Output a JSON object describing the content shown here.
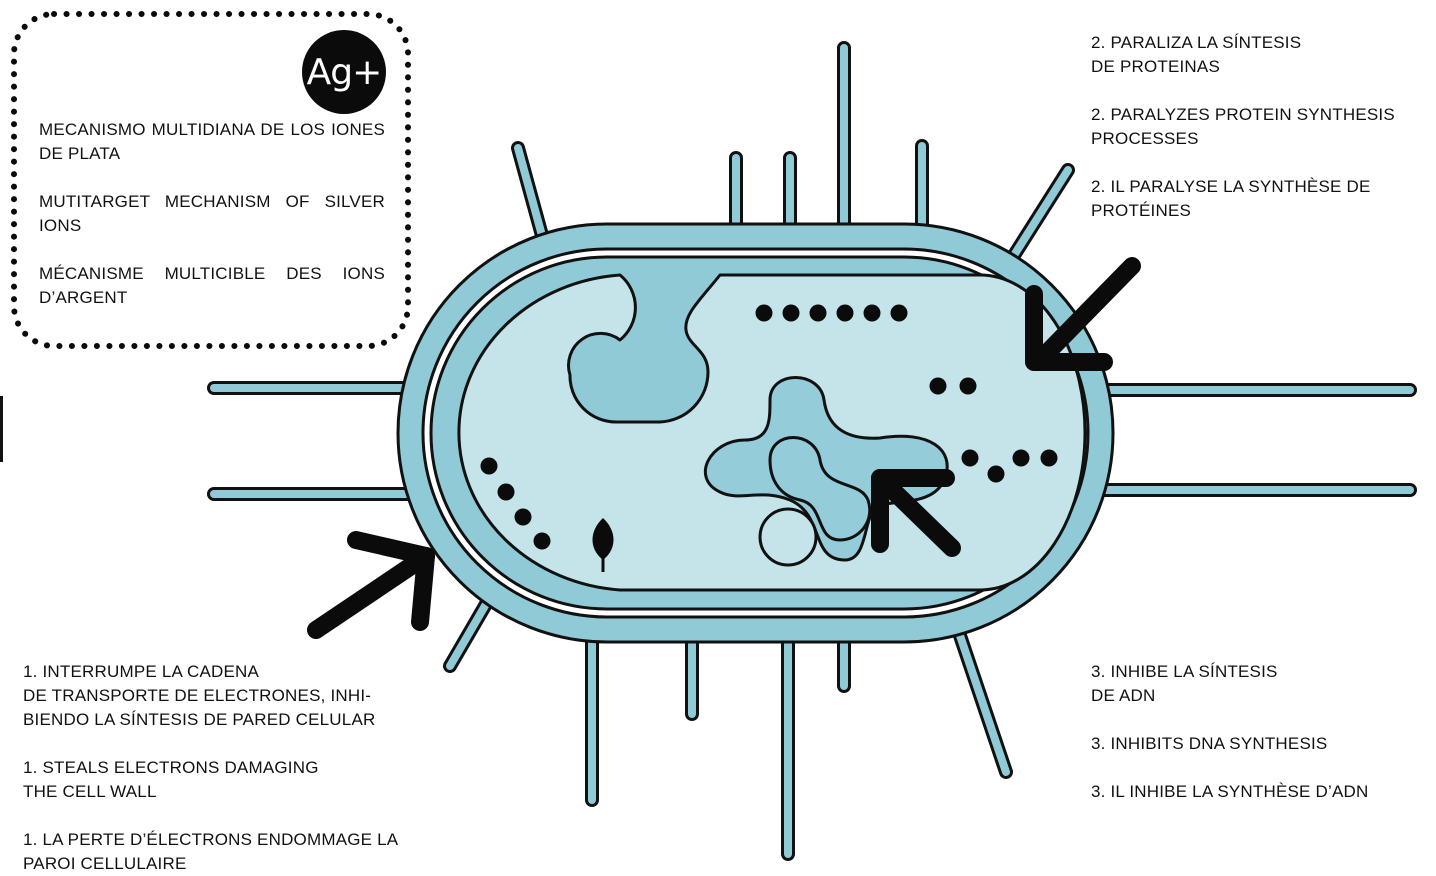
{
  "colors": {
    "membrane": "#8fcad6",
    "cytoplasm": "#c4e4ea",
    "nucleoid": "#94cdd9",
    "outline": "#111111",
    "arrow": "#0b0b0b",
    "background": "#ffffff"
  },
  "badge": {
    "text": "Ag+"
  },
  "info_box": {
    "lines": [
      "MECANISMO MULTIDIANA DE LOS IONES DE PLATA",
      "MUTITARGET MECHANISM OF SILVER IONS",
      "MÉCANISME MULTICIBLE DES IONS D’ARGENT"
    ]
  },
  "label_2": {
    "lines": [
      "2. PARALIZA LA SÍNTESIS\nDE PROTEINAS",
      "2. PARALYZES PROTEIN SYNTHESIS PROCESSES",
      "2. IL PARALYSE LA SYNTHÈSE DE PROTÉINES"
    ]
  },
  "label_1": {
    "lines": [
      "1. INTERRUMPE LA CADENA\nDE TRANSPORTE DE ELECTRONES, INHI-\nBIENDO LA SÍNTESIS DE PARED CELULAR",
      "1. STEALS ELECTRONS DAMAGING\nTHE CELL WALL",
      "1. LA PERTE D’ÉLECTRONS ENDOMMAGE LA\nPAROI CELLULAIRE"
    ]
  },
  "label_3": {
    "lines": [
      "3. INHIBE LA SÍNTESIS\nDE ADN",
      "3. INHIBITS DNA SYNTHESIS",
      "3. IL INHIBE LA SYNTHÈSE D’ADN"
    ]
  },
  "icons": [
    "dotted-frame",
    "bacterium-cell",
    "pilus",
    "ribosome-dot",
    "leaf-icon",
    "arrow-icon"
  ]
}
